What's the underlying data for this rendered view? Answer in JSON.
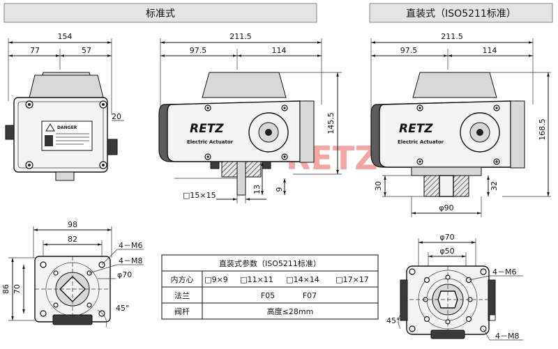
{
  "headers": {
    "standard": "标准式",
    "direct": "直装式（ISO5211标准）"
  },
  "dims": {
    "side_total": "154",
    "side_left": "77",
    "side_right": "57",
    "side_right_offset": "20",
    "front_total": "211.5",
    "front_left": "97.5",
    "front_right": "114",
    "front_height": "145.5",
    "front_stem_gap": "13",
    "front_stem_h": "9",
    "front_square": "□15×15",
    "direct_total": "211.5",
    "direct_left": "97.5",
    "direct_right": "114",
    "direct_height": "168.5",
    "direct_base_h": "30",
    "direct_flange_h": "32",
    "direct_diam": "φ90",
    "base_outer": "98",
    "base_inner": "82",
    "base_h_outer": "86",
    "base_h_inner": "70",
    "base_m6": "4－M6",
    "base_m8": "4－M8",
    "base_phi": "φ70",
    "base_angle": "45°",
    "iso_phi70": "φ70",
    "iso_phi50": "φ50",
    "iso_m6": "4－M6",
    "iso_m8": "4－M8",
    "iso_angle": "45°"
  },
  "product": {
    "brand": "RETZ",
    "label": "Electric Actuator",
    "warning_title": "DANGER",
    "watermark": "RETZ"
  },
  "table": {
    "title": "直装式参数（ISO5211标准）",
    "row1_label": "内方心",
    "row1_values": [
      "□9×9",
      "□11×11",
      "□14×14",
      "□17×17"
    ],
    "row2_label": "法兰",
    "row2_values": [
      "F05",
      "F07"
    ],
    "row3_label": "阀杆",
    "row3_value": "高度≤28mm"
  }
}
